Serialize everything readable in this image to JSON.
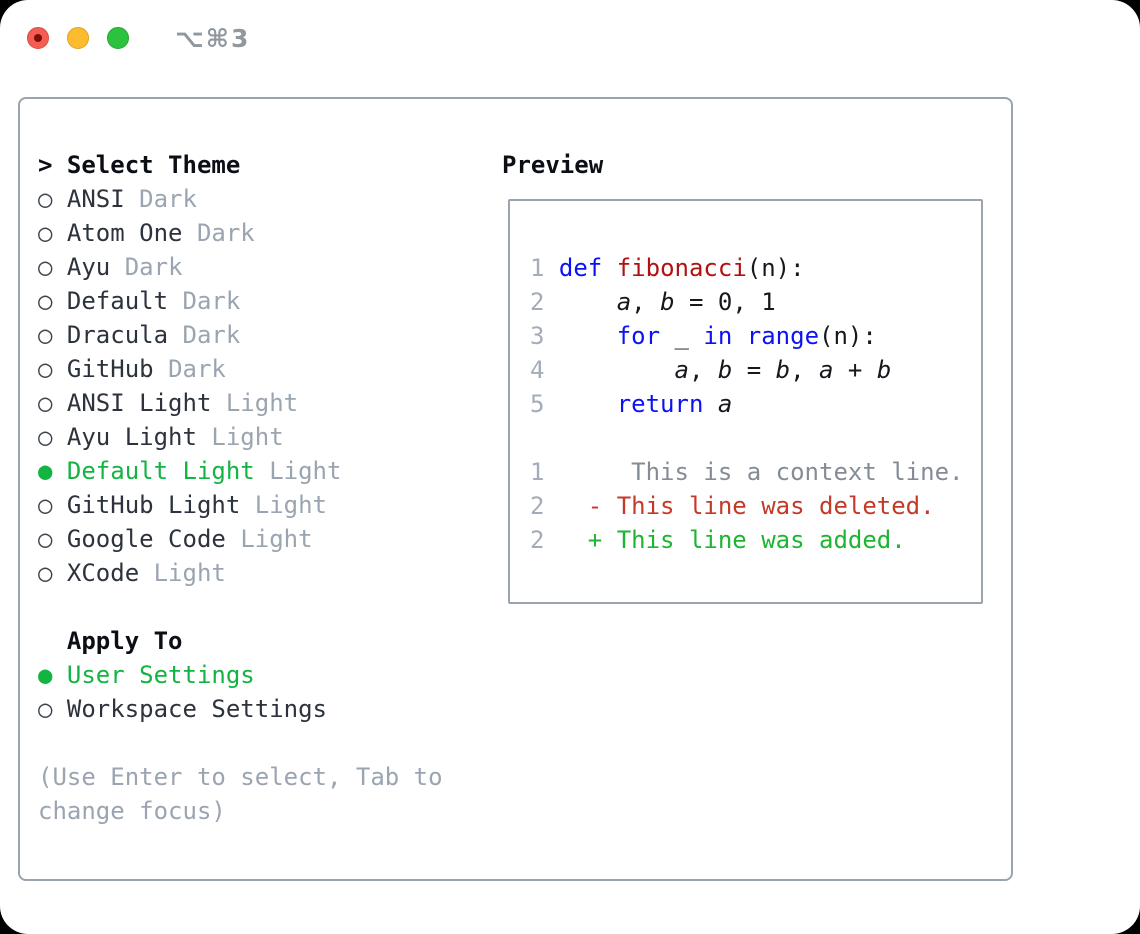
{
  "titlebar": {
    "title": "⌥⌘3",
    "buttons": [
      {
        "id": "close"
      },
      {
        "id": "minimize"
      },
      {
        "id": "zoom"
      }
    ]
  },
  "theme_select": {
    "prompt_marker": ">",
    "header": "Select Theme",
    "marker_selected": "●",
    "marker_unselected": "○",
    "items": [
      {
        "label": "ANSI",
        "variant": "Dark",
        "selected": false
      },
      {
        "label": "Atom One",
        "variant": "Dark",
        "selected": false
      },
      {
        "label": "Ayu",
        "variant": "Dark",
        "selected": false
      },
      {
        "label": "Default",
        "variant": "Dark",
        "selected": false
      },
      {
        "label": "Dracula",
        "variant": "Dark",
        "selected": false
      },
      {
        "label": "GitHub",
        "variant": "Dark",
        "selected": false
      },
      {
        "label": "ANSI Light",
        "variant": "Light",
        "selected": false
      },
      {
        "label": "Ayu Light",
        "variant": "Light",
        "selected": false
      },
      {
        "label": "Default Light",
        "variant": "Light",
        "selected": true
      },
      {
        "label": "GitHub Light",
        "variant": "Light",
        "selected": false
      },
      {
        "label": "Google Code",
        "variant": "Light",
        "selected": false
      },
      {
        "label": "XCode",
        "variant": "Light",
        "selected": false
      }
    ]
  },
  "apply_to": {
    "header": "Apply To",
    "items": [
      {
        "label": "User Settings",
        "selected": true
      },
      {
        "label": "Workspace Settings",
        "selected": false
      }
    ]
  },
  "hint": "(Use Enter to select, Tab to change focus)",
  "preview": {
    "header": "Preview",
    "lines": [
      {
        "num": "1",
        "tokens": [
          {
            "t": " "
          },
          {
            "t": "def",
            "c": "kw"
          },
          {
            "t": " "
          },
          {
            "t": "fibonacci",
            "c": "fn"
          },
          {
            "t": "(n):"
          }
        ]
      },
      {
        "num": "2",
        "tokens": [
          {
            "t": "     "
          },
          {
            "t": "a",
            "c": "var"
          },
          {
            "t": ", "
          },
          {
            "t": "b",
            "c": "var"
          },
          {
            "t": " = 0, 1"
          }
        ]
      },
      {
        "num": "3",
        "tokens": [
          {
            "t": "     "
          },
          {
            "t": "for",
            "c": "kw"
          },
          {
            "t": " _ "
          },
          {
            "t": "in",
            "c": "kw"
          },
          {
            "t": " "
          },
          {
            "t": "range",
            "c": "kw"
          },
          {
            "t": "(n):"
          }
        ]
      },
      {
        "num": "4",
        "tokens": [
          {
            "t": "         "
          },
          {
            "t": "a",
            "c": "var"
          },
          {
            "t": ", "
          },
          {
            "t": "b",
            "c": "var"
          },
          {
            "t": " = "
          },
          {
            "t": "b",
            "c": "var"
          },
          {
            "t": ", "
          },
          {
            "t": "a",
            "c": "var"
          },
          {
            "t": " + "
          },
          {
            "t": "b",
            "c": "var"
          }
        ]
      },
      {
        "num": "5",
        "tokens": [
          {
            "t": "     "
          },
          {
            "t": "return",
            "c": "kw"
          },
          {
            "t": " "
          },
          {
            "t": "a",
            "c": "var"
          }
        ]
      },
      {
        "num": "",
        "tokens": []
      },
      {
        "num": "1",
        "tokens": [
          {
            "t": "      This is a context line.",
            "c": "ctx"
          }
        ]
      },
      {
        "num": "2",
        "tokens": [
          {
            "t": "   - This line was deleted.",
            "c": "del"
          }
        ]
      },
      {
        "num": "2",
        "tokens": [
          {
            "t": "   + This line was added.",
            "c": "add"
          }
        ]
      }
    ]
  },
  "colors": {
    "selection_green": "#12b442",
    "added_green": "#1db531",
    "deleted_red": "#c43a28",
    "keyword_blue": "#0d12f2",
    "function_red": "#b01111",
    "muted_gray": "#9aa5b1",
    "border_gray": "#9aa3ae",
    "traffic_close": "#f55c53",
    "traffic_minimize": "#fdbc2e",
    "traffic_zoom": "#2bc23d"
  }
}
